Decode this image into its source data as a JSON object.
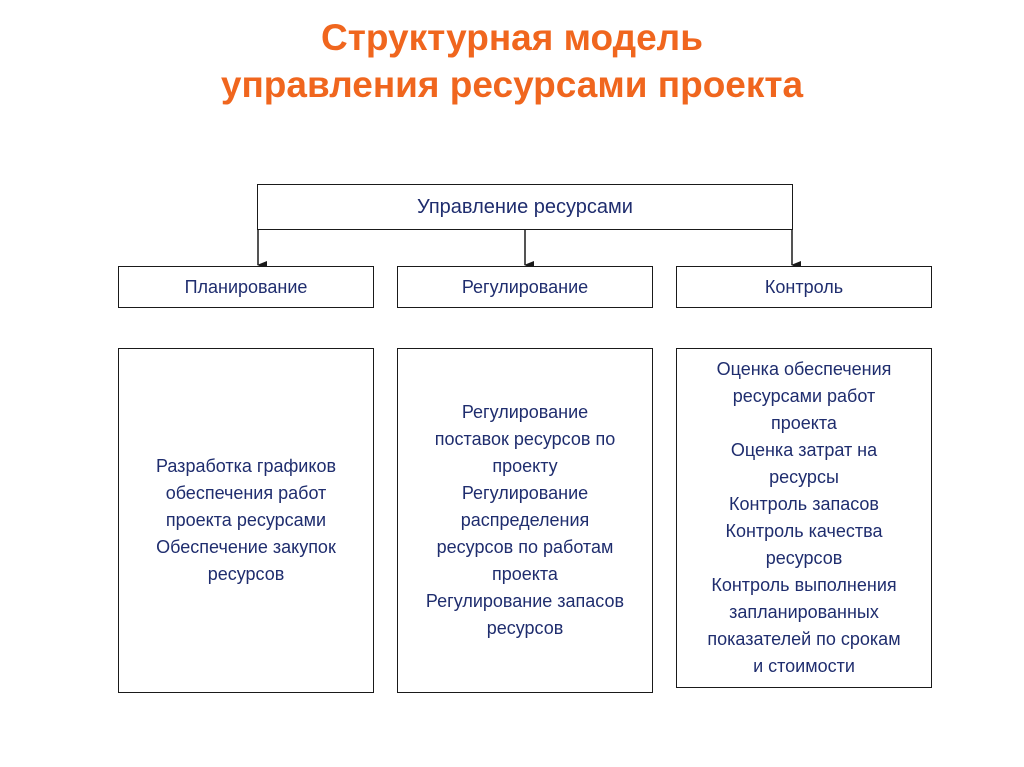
{
  "title": {
    "line1": "Структурная модель",
    "line2": "управления ресурсами проекта"
  },
  "root": {
    "label": "Управление ресурсами"
  },
  "functions": [
    {
      "label": "Планирование"
    },
    {
      "label": "Регулирование"
    },
    {
      "label": "Контроль"
    }
  ],
  "details": [
    {
      "lines": [
        "Разработка графиков",
        "обеспечения работ",
        "проекта ресурсами",
        "Обеспечение закупок",
        "ресурсов"
      ]
    },
    {
      "lines": [
        "Регулирование",
        "поставок ресурсов по",
        "проекту",
        "Регулирование",
        "распределения",
        "ресурсов по работам",
        "проекта",
        "Регулирование запасов",
        "ресурсов"
      ]
    },
    {
      "lines": [
        "Оценка обеспечения",
        "ресурсами работ",
        "проекта",
        "Оценка затрат на",
        "ресурсы",
        "Контроль запасов",
        "Контроль качества",
        "ресурсов",
        "Контроль выполнения",
        "запланированных",
        "показателей по срокам",
        "и стоимости"
      ]
    }
  ],
  "colors": {
    "title": "#f0661e",
    "text": "#1f2d6e",
    "border": "#1a1a1a"
  }
}
